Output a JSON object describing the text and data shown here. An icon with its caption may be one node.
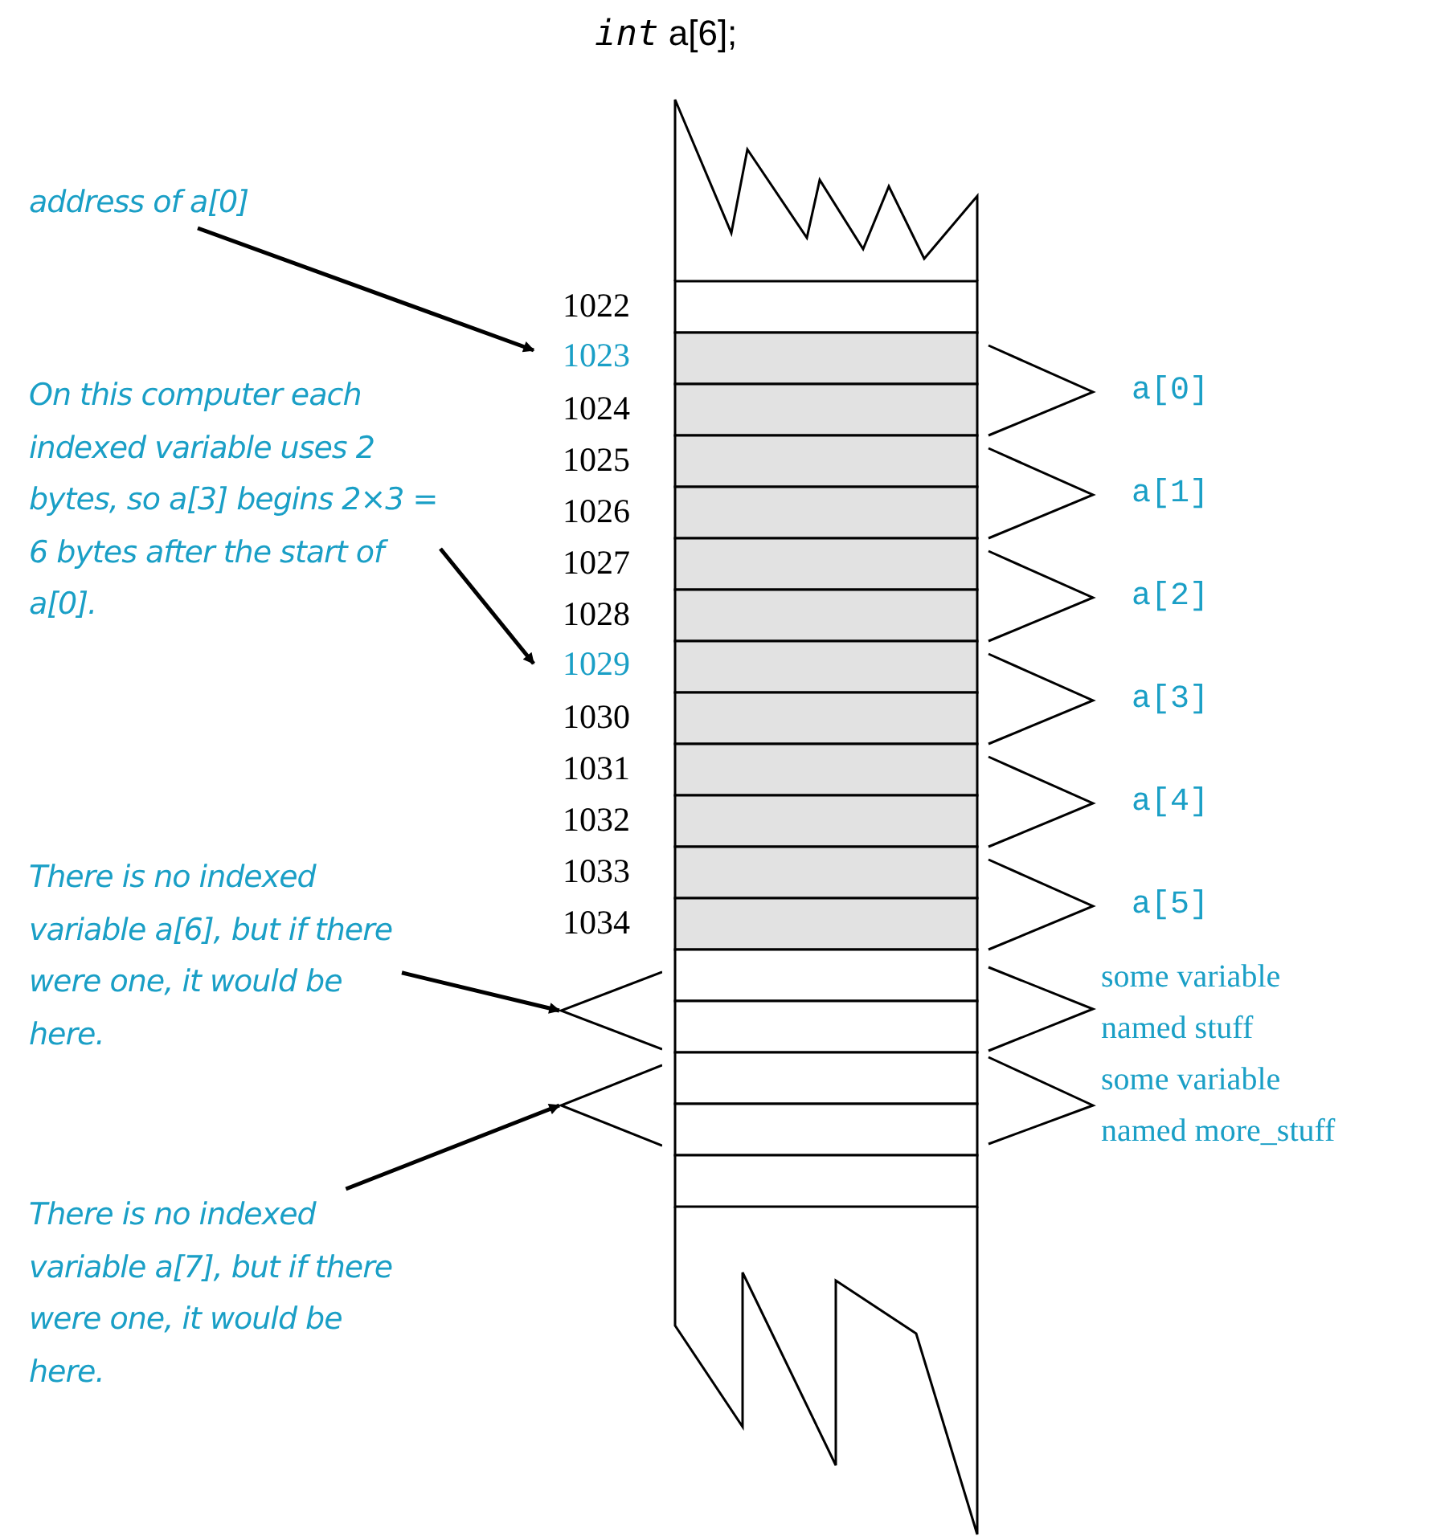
{
  "diagram": {
    "title": "*int* a[6];",
    "nodes": [
      {
        "text": [
          "address of a[0]"
        ]
      },
      {
        "text": [
          "1023"
        ]
      },
      {
        "text": [
          "On this computer each indexed variable uses 2 bytes, so a[3] begins 2×3 = 6 bytes after the start of a[0]."
        ]
      },
      {
        "text": [
          "1029"
        ]
      },
      {
        "text": [
          "There is no indexed variable a[6], but if there were one, it would be here."
        ]
      },
      {
        "text": [],
        "shape": "bracket"
      },
      {
        "text": [
          "There is no indexed variable a[7], but if there were one, it would be here."
        ]
      },
      {
        "text": [],
        "shape": "bracket"
      }
    ],
    "edges": [
      {
        "from": 0,
        "to": 1,
        "arrow": "to"
      },
      {
        "from": 2,
        "to": 3,
        "arrow": "to"
      },
      {
        "from": 4,
        "to": 5,
        "arrow": "to"
      },
      {
        "from": 6,
        "to": 7,
        "arrow": "to"
      }
    ],
    "labels": [
      "1022",
      "1024",
      "1025",
      "1026",
      "1027",
      "1028",
      "1030",
      "1031",
      "1032",
      "1033",
      "1034",
      "a[0]",
      "a[1]",
      "a[2]",
      "a[3]",
      "a[4]",
      "a[5]",
      "some variable named stuff",
      "some variable named more_stuff"
    ]
  }
}
